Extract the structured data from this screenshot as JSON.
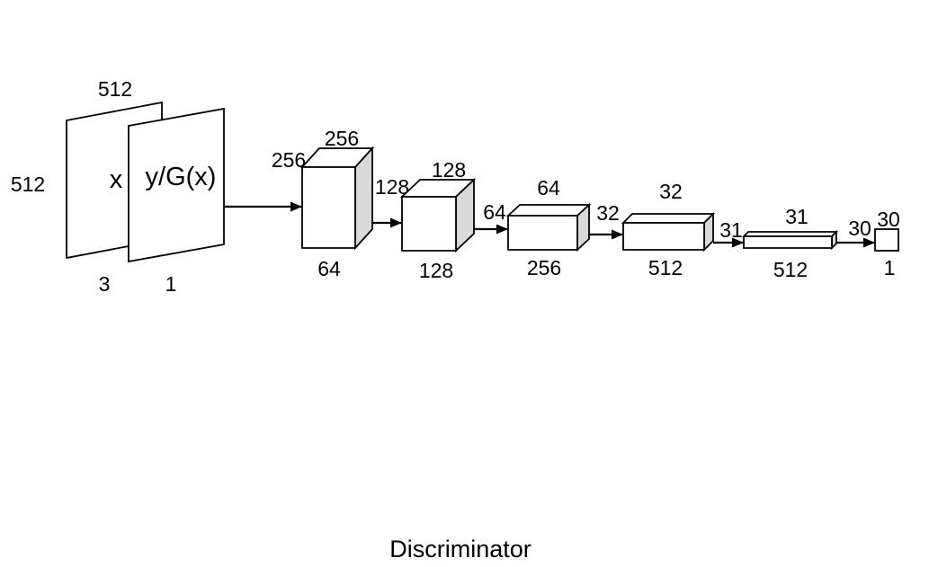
{
  "title": "Discriminator",
  "colors": {
    "stroke": "#000000",
    "front_face": "#ffffff",
    "top_face": "#ffffff",
    "side_face": "#d9d9d9",
    "text": "#000000",
    "background": "#ffffff"
  },
  "input": {
    "top_size_label": "512",
    "side_size_label": "512",
    "back_panel": {
      "label": "x",
      "bottom_label": "3"
    },
    "front_panel": {
      "label": "y/G(x)",
      "bottom_label": "1"
    }
  },
  "blocks": [
    {
      "id": "conv1",
      "top_label": "256",
      "left_label": "256",
      "right_label": "128",
      "bottom_label": "64"
    },
    {
      "id": "conv2",
      "top_label": "128",
      "right_label": "64",
      "bottom_label": "128"
    },
    {
      "id": "conv3",
      "top_label": "64",
      "right_label": "32",
      "bottom_label": "256"
    },
    {
      "id": "conv4",
      "top_label": "32",
      "right_label": "31",
      "bottom_label": "512"
    },
    {
      "id": "conv5",
      "top_label": "31",
      "right_label": "30",
      "bottom_label": "512"
    },
    {
      "id": "output",
      "top_label": "30",
      "bottom_label": "1"
    }
  ]
}
